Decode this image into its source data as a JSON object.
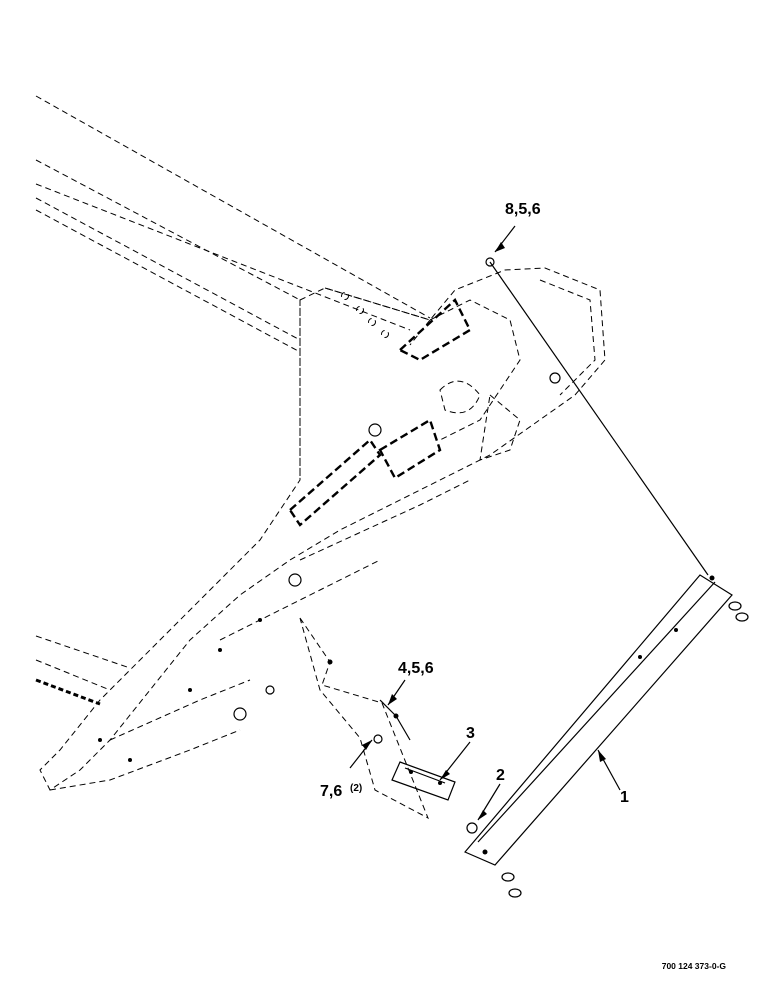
{
  "figure": {
    "drawing_number": "700 124 373-0-G"
  },
  "callouts": [
    {
      "id": "c1",
      "label": "1"
    },
    {
      "id": "c2",
      "label": "2"
    },
    {
      "id": "c3",
      "label": "3"
    },
    {
      "id": "c4",
      "label": "4,5,6"
    },
    {
      "id": "c7",
      "label": "7,6"
    },
    {
      "id": "c7q",
      "label": "(2)"
    },
    {
      "id": "c8",
      "label": "8,5,6"
    }
  ]
}
